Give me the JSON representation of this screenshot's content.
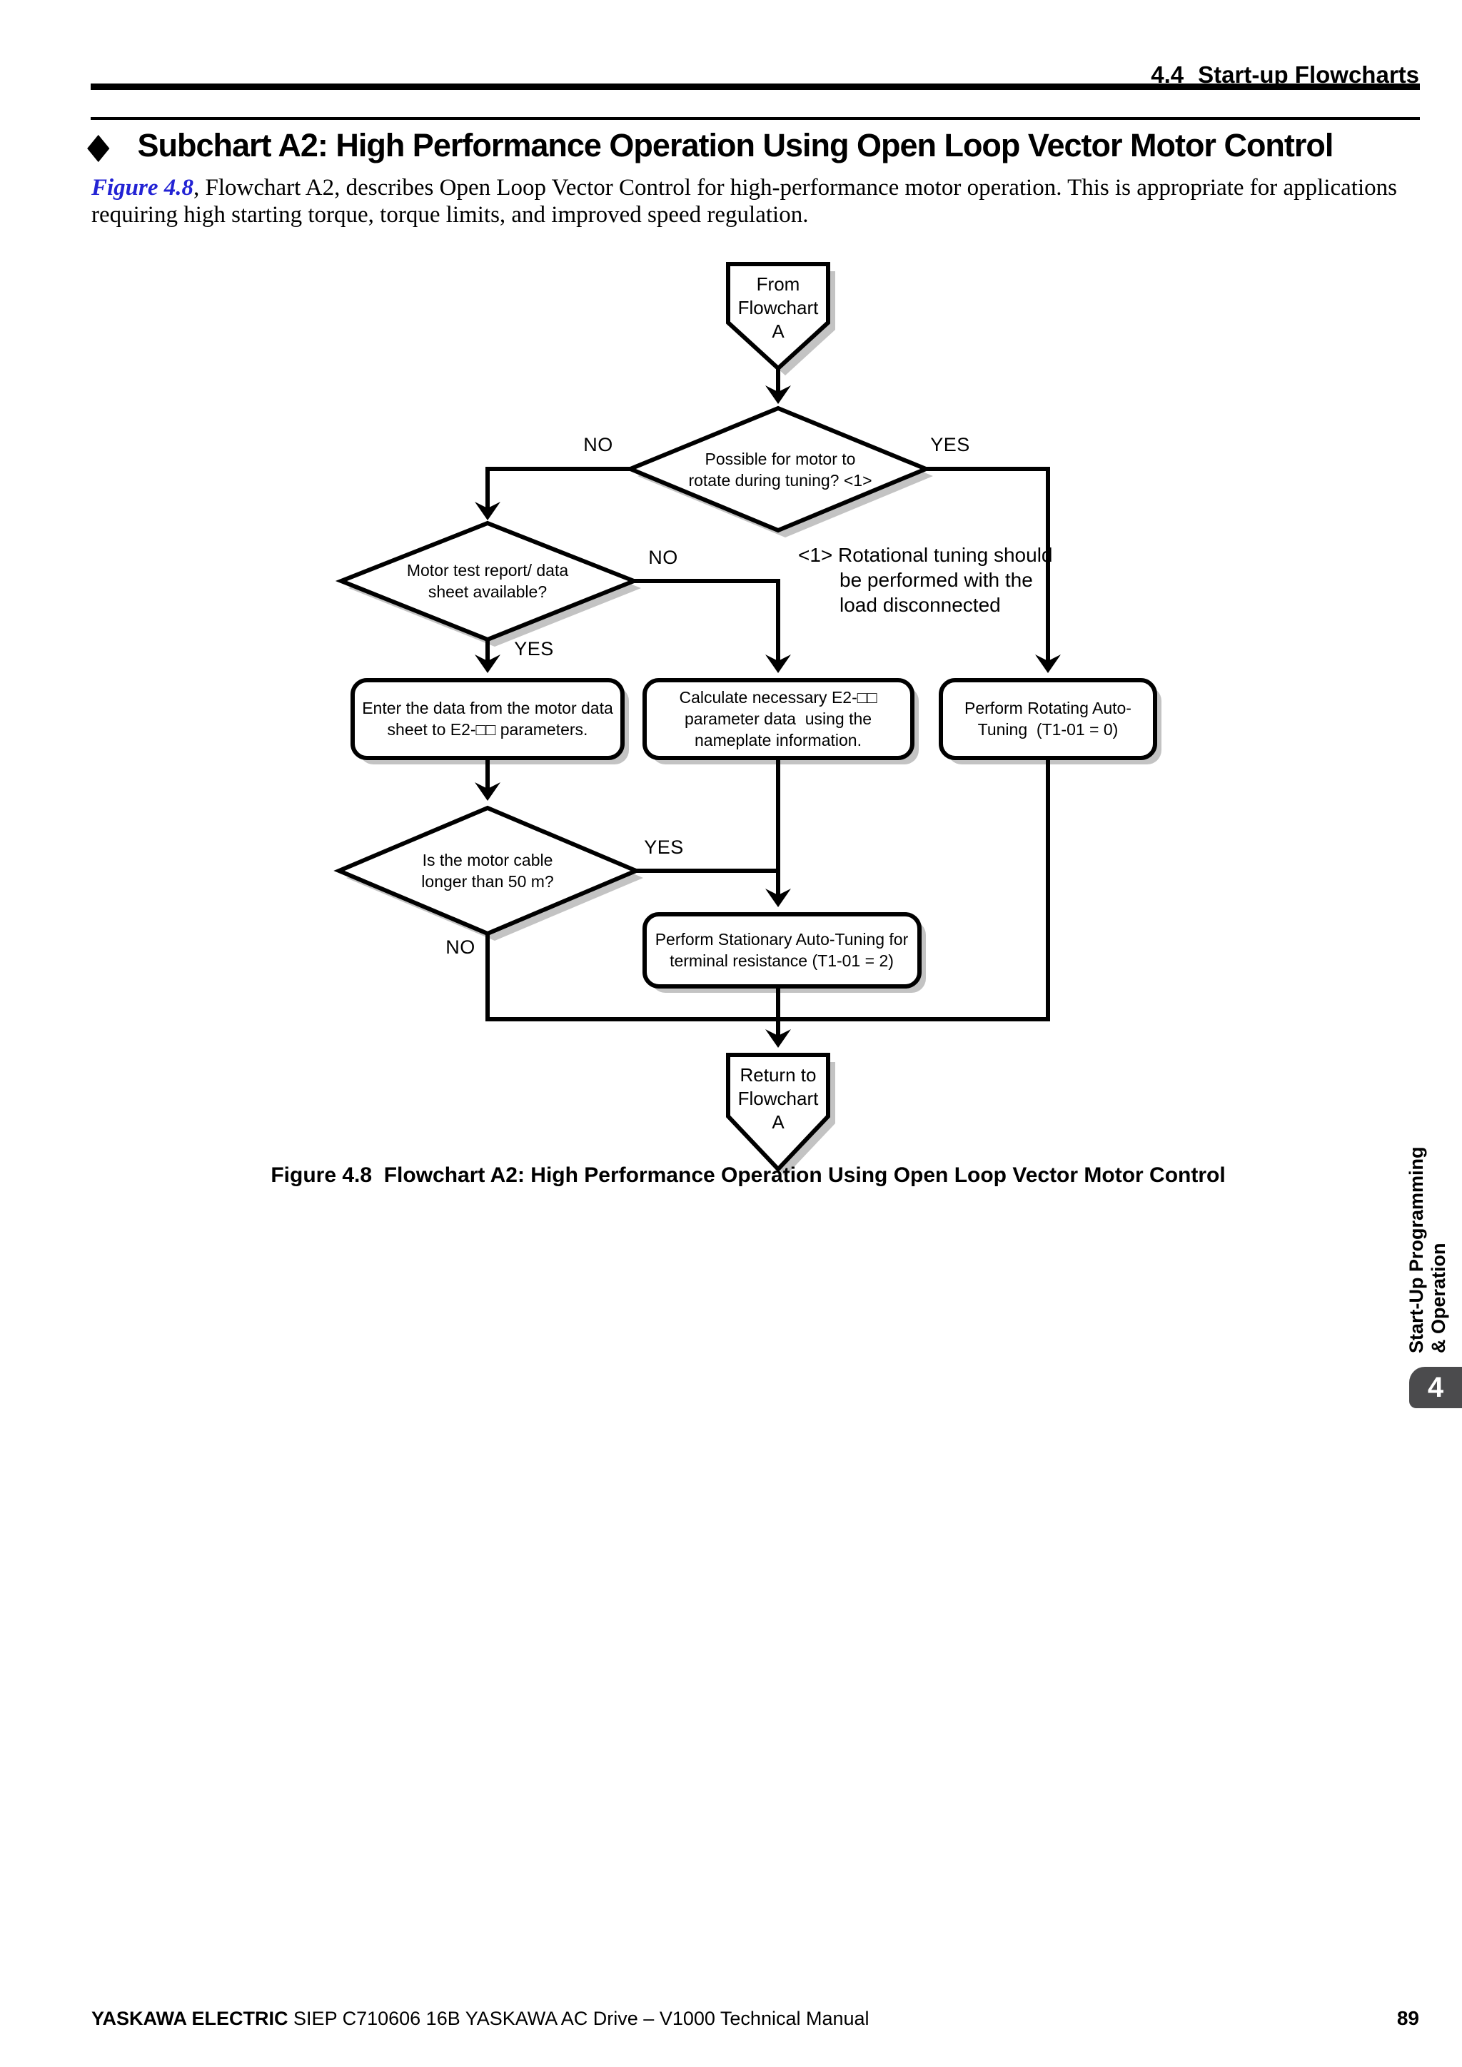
{
  "header": {
    "section_number": "4.4",
    "section_title": "Start-up Flowcharts"
  },
  "title": "Subchart A2: High Performance Operation Using Open Loop Vector Motor Control",
  "title_bullet": "◆",
  "intro": {
    "link": "Figure 4.8",
    "rest": ", Flowchart A2, describes Open Loop Vector Control for high-performance motor operation. This is appropriate for applications requiring high starting torque, torque limits, and improved speed regulation."
  },
  "flowchart": {
    "start_terminal": "From\nFlowchart\nA",
    "decision_rotate": "Possible for motor to\nrotate during tuning? <1>",
    "decision_rotate_no": "NO",
    "decision_rotate_yes": "YES",
    "note": "<1> Rotational tuning should\nbe performed with the\nload disconnected",
    "decision_datasheet": "Motor test report/ data\nsheet available?",
    "decision_datasheet_no": "NO",
    "decision_datasheet_yes": "YES",
    "box_enter_data": "Enter the data from the motor data\nsheet to E2-□□ parameters.",
    "box_calculate": "Calculate necessary E2-□□\nparameter data  using the\nnameplate information.",
    "box_rotating": "Perform Rotating Auto-\nTuning  (T1-01 = 0)",
    "decision_cable": "Is the motor cable\nlonger than 50 m?",
    "decision_cable_yes": "YES",
    "decision_cable_no": "NO",
    "box_stationary": "Perform Stationary Auto-Tuning for\nterminal resistance (T1-01 = 2)",
    "end_terminal": "Return to\nFlowchart\nA"
  },
  "caption": "Figure 4.8  Flowchart A2: High Performance Operation Using Open Loop Vector Motor Control",
  "sidebar": {
    "chapter_label": "Start-Up Programming\n& Operation",
    "chapter_number": "4"
  },
  "footer": {
    "publisher": "YASKAWA ELECTRIC",
    "document": " SIEP C710606 16B YASKAWA AC Drive – V1000 Technical Manual",
    "page_number": "89"
  },
  "colors": {
    "link_blue": "#2323d4",
    "tab_gray": "#4b4b4d",
    "shape_shadow": "#c3c3c3"
  }
}
